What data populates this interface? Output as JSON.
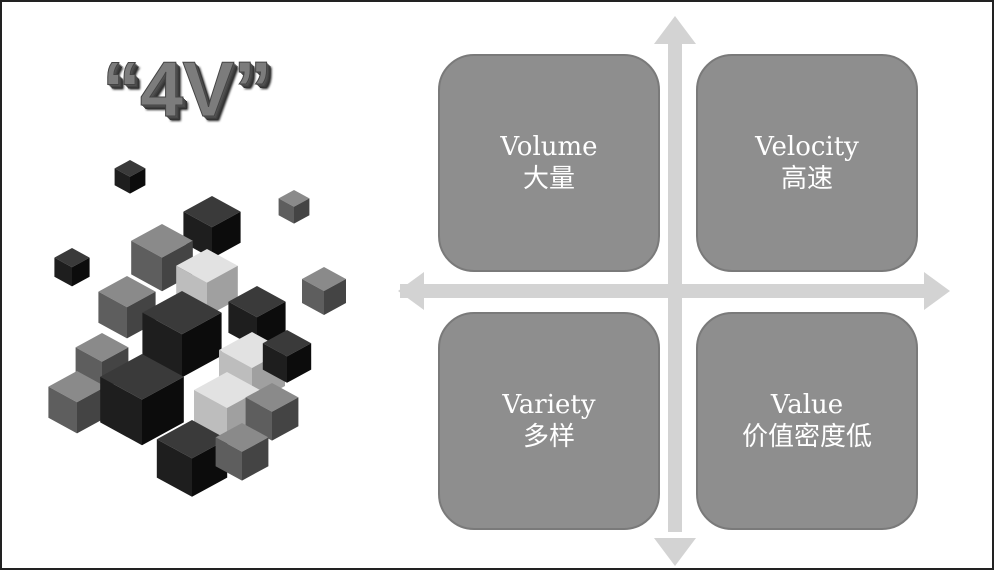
{
  "title": "“4V”",
  "quadrants": [
    {
      "en": "Volume",
      "zh": "大量"
    },
    {
      "en": "Velocity",
      "zh": "高速"
    },
    {
      "en": "Variety",
      "zh": "多样"
    },
    {
      "en": "Value",
      "zh": "价值密度低"
    }
  ],
  "colors": {
    "quadrant_fill": "#8e8e8e",
    "arrow": "#d3d3d3",
    "title_text": "#7c7c7c"
  },
  "icons": [
    "cube-cluster-icon",
    "four-way-arrow-icon"
  ]
}
